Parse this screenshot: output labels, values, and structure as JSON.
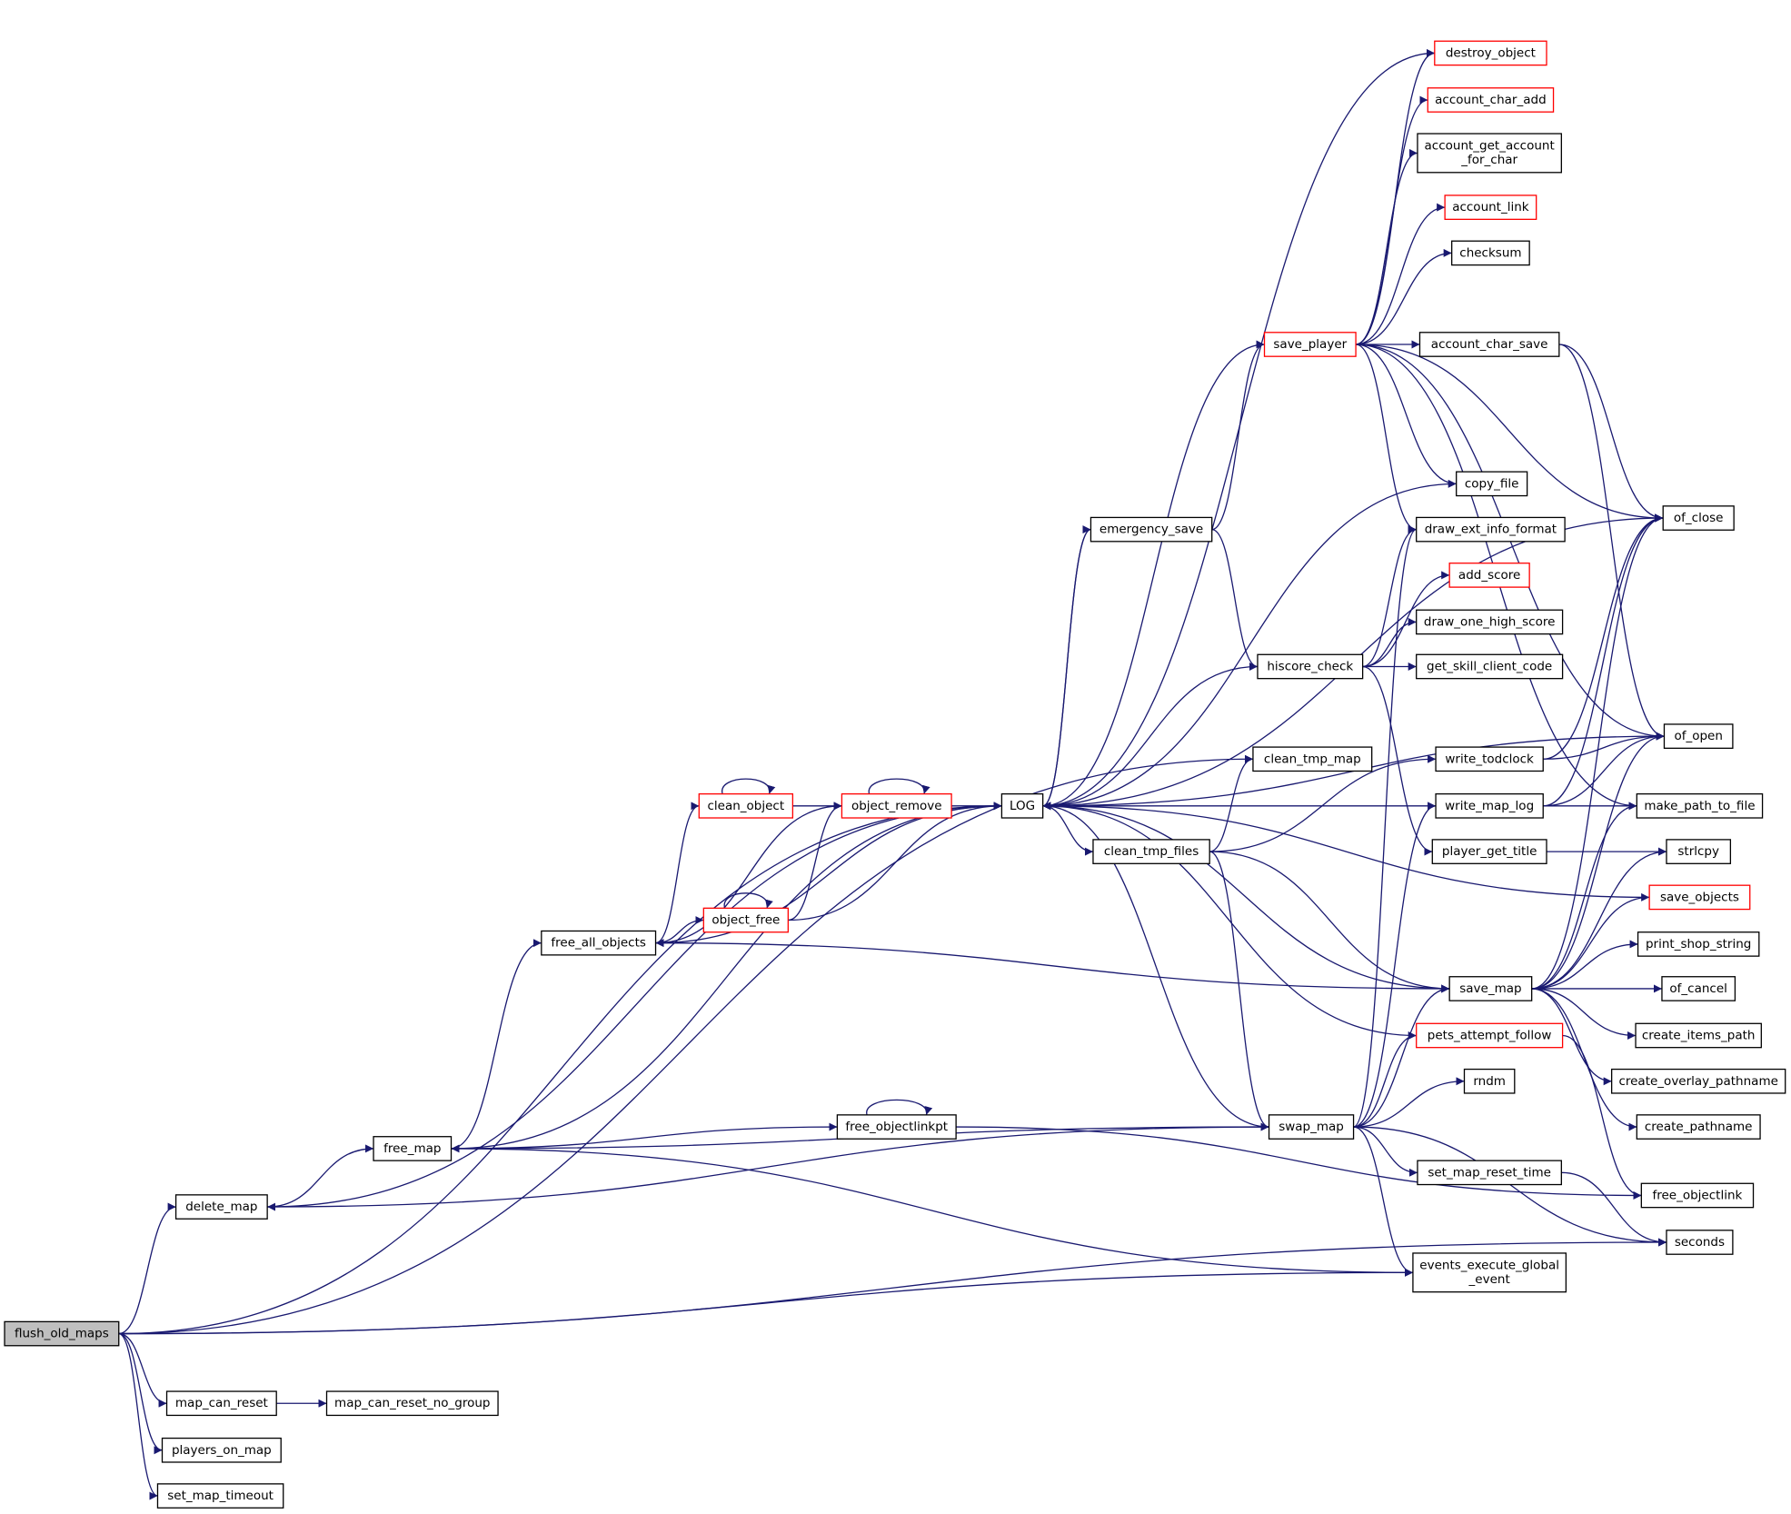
{
  "graph": {
    "nodes": [
      {
        "id": "flush_old_maps",
        "lines": [
          "flush_old_maps"
        ],
        "highlight": true
      },
      {
        "id": "delete_map",
        "lines": [
          "delete_map"
        ]
      },
      {
        "id": "map_can_reset",
        "lines": [
          "map_can_reset"
        ]
      },
      {
        "id": "map_can_reset_no_group",
        "lines": [
          "map_can_reset_no_group"
        ]
      },
      {
        "id": "players_on_map",
        "lines": [
          "players_on_map"
        ]
      },
      {
        "id": "set_map_timeout",
        "lines": [
          "set_map_timeout"
        ]
      },
      {
        "id": "free_map",
        "lines": [
          "free_map"
        ]
      },
      {
        "id": "free_all_objects",
        "lines": [
          "free_all_objects"
        ]
      },
      {
        "id": "clean_object",
        "lines": [
          "clean_object"
        ],
        "truncated": true
      },
      {
        "id": "object_remove",
        "lines": [
          "object_remove"
        ],
        "truncated": true
      },
      {
        "id": "object_free",
        "lines": [
          "object_free"
        ],
        "truncated": true
      },
      {
        "id": "free_objectlinkpt",
        "lines": [
          "free_objectlinkpt"
        ]
      },
      {
        "id": "LOG",
        "lines": [
          "LOG"
        ]
      },
      {
        "id": "clean_tmp_files",
        "lines": [
          "clean_tmp_files"
        ]
      },
      {
        "id": "emergency_save",
        "lines": [
          "emergency_save"
        ]
      },
      {
        "id": "clean_tmp_map",
        "lines": [
          "clean_tmp_map"
        ]
      },
      {
        "id": "hiscore_check",
        "lines": [
          "hiscore_check"
        ]
      },
      {
        "id": "save_player",
        "lines": [
          "save_player"
        ],
        "truncated": true
      },
      {
        "id": "swap_map",
        "lines": [
          "swap_map"
        ]
      },
      {
        "id": "destroy_object",
        "lines": [
          "destroy_object"
        ],
        "truncated": true
      },
      {
        "id": "account_char_add",
        "lines": [
          "account_char_add"
        ],
        "truncated": true
      },
      {
        "id": "account_get_account_for_char",
        "lines": [
          "account_get_account",
          "_for_char"
        ]
      },
      {
        "id": "account_link",
        "lines": [
          "account_link"
        ],
        "truncated": true
      },
      {
        "id": "checksum",
        "lines": [
          "checksum"
        ]
      },
      {
        "id": "account_char_save",
        "lines": [
          "account_char_save"
        ]
      },
      {
        "id": "copy_file",
        "lines": [
          "copy_file"
        ]
      },
      {
        "id": "draw_ext_info_format",
        "lines": [
          "draw_ext_info_format"
        ]
      },
      {
        "id": "add_score",
        "lines": [
          "add_score"
        ],
        "truncated": true
      },
      {
        "id": "draw_one_high_score",
        "lines": [
          "draw_one_high_score"
        ]
      },
      {
        "id": "get_skill_client_code",
        "lines": [
          "get_skill_client_code"
        ]
      },
      {
        "id": "write_todclock",
        "lines": [
          "write_todclock"
        ]
      },
      {
        "id": "write_map_log",
        "lines": [
          "write_map_log"
        ]
      },
      {
        "id": "player_get_title",
        "lines": [
          "player_get_title"
        ]
      },
      {
        "id": "save_map",
        "lines": [
          "save_map"
        ]
      },
      {
        "id": "pets_attempt_follow",
        "lines": [
          "pets_attempt_follow"
        ],
        "truncated": true
      },
      {
        "id": "rndm",
        "lines": [
          "rndm"
        ]
      },
      {
        "id": "set_map_reset_time",
        "lines": [
          "set_map_reset_time"
        ]
      },
      {
        "id": "events_execute_global_event",
        "lines": [
          "events_execute_global",
          "_event"
        ]
      },
      {
        "id": "of_close",
        "lines": [
          "of_close"
        ]
      },
      {
        "id": "of_open",
        "lines": [
          "of_open"
        ]
      },
      {
        "id": "make_path_to_file",
        "lines": [
          "make_path_to_file"
        ]
      },
      {
        "id": "strlcpy",
        "lines": [
          "strlcpy"
        ]
      },
      {
        "id": "save_objects",
        "lines": [
          "save_objects"
        ],
        "truncated": true
      },
      {
        "id": "print_shop_string",
        "lines": [
          "print_shop_string"
        ]
      },
      {
        "id": "of_cancel",
        "lines": [
          "of_cancel"
        ]
      },
      {
        "id": "create_items_path",
        "lines": [
          "create_items_path"
        ]
      },
      {
        "id": "create_overlay_pathname",
        "lines": [
          "create_overlay_pathname"
        ]
      },
      {
        "id": "create_pathname",
        "lines": [
          "create_pathname"
        ]
      },
      {
        "id": "free_objectlink",
        "lines": [
          "free_objectlink"
        ]
      },
      {
        "id": "seconds",
        "lines": [
          "seconds"
        ]
      }
    ],
    "edges": [
      [
        "flush_old_maps",
        "delete_map"
      ],
      [
        "flush_old_maps",
        "LOG"
      ],
      [
        "flush_old_maps",
        "clean_tmp_map"
      ],
      [
        "flush_old_maps",
        "events_execute_global_event"
      ],
      [
        "flush_old_maps",
        "seconds"
      ],
      [
        "flush_old_maps",
        "map_can_reset"
      ],
      [
        "flush_old_maps",
        "players_on_map"
      ],
      [
        "flush_old_maps",
        "set_map_timeout"
      ],
      [
        "delete_map",
        "free_map"
      ],
      [
        "delete_map",
        "LOG"
      ],
      [
        "map_can_reset",
        "map_can_reset_no_group"
      ],
      [
        "free_map",
        "free_all_objects"
      ],
      [
        "free_map",
        "LOG"
      ],
      [
        "free_map",
        "free_objectlinkpt"
      ],
      [
        "free_map",
        "events_execute_global_event"
      ],
      [
        "free_all_objects",
        "clean_object"
      ],
      [
        "free_all_objects",
        "object_remove"
      ],
      [
        "free_all_objects",
        "object_free"
      ],
      [
        "free_all_objects",
        "LOG"
      ],
      [
        "clean_object",
        "clean_object"
      ],
      [
        "clean_object",
        "object_remove"
      ],
      [
        "object_free",
        "object_free"
      ],
      [
        "object_free",
        "object_remove"
      ],
      [
        "object_free",
        "LOG"
      ],
      [
        "object_remove",
        "object_remove"
      ],
      [
        "object_remove",
        "LOG"
      ],
      [
        "free_objectlinkpt",
        "free_objectlinkpt"
      ],
      [
        "free_objectlinkpt",
        "free_objectlink"
      ],
      [
        "LOG",
        "clean_tmp_files"
      ],
      [
        "LOG",
        "emergency_save"
      ],
      [
        "LOG",
        "destroy_object"
      ],
      [
        "LOG",
        "of_close"
      ],
      [
        "clean_tmp_files",
        "clean_tmp_map"
      ],
      [
        "clean_tmp_files",
        "write_todclock"
      ],
      [
        "clean_tmp_files",
        "save_map"
      ],
      [
        "clean_tmp_files",
        "swap_map"
      ],
      [
        "emergency_save",
        "save_player"
      ],
      [
        "emergency_save",
        "hiscore_check"
      ],
      [
        "emergency_save",
        "LOG"
      ],
      [
        "save_player",
        "LOG"
      ],
      [
        "save_player",
        "destroy_object"
      ],
      [
        "save_player",
        "account_char_add"
      ],
      [
        "save_player",
        "account_get_account_for_char"
      ],
      [
        "save_player",
        "account_link"
      ],
      [
        "save_player",
        "checksum"
      ],
      [
        "save_player",
        "account_char_save"
      ],
      [
        "save_player",
        "of_close"
      ],
      [
        "save_player",
        "copy_file"
      ],
      [
        "save_player",
        "draw_ext_info_format"
      ],
      [
        "save_player",
        "of_open"
      ],
      [
        "save_player",
        "make_path_to_file"
      ],
      [
        "account_char_save",
        "of_close"
      ],
      [
        "account_char_save",
        "of_open"
      ],
      [
        "copy_file",
        "LOG"
      ],
      [
        "hiscore_check",
        "LOG"
      ],
      [
        "hiscore_check",
        "draw_ext_info_format"
      ],
      [
        "hiscore_check",
        "add_score"
      ],
      [
        "hiscore_check",
        "draw_one_high_score"
      ],
      [
        "hiscore_check",
        "get_skill_client_code"
      ],
      [
        "hiscore_check",
        "player_get_title"
      ],
      [
        "write_todclock",
        "of_close"
      ],
      [
        "write_todclock",
        "of_open"
      ],
      [
        "write_map_log",
        "of_close"
      ],
      [
        "write_map_log",
        "of_open"
      ],
      [
        "player_get_title",
        "strlcpy"
      ],
      [
        "of_open",
        "LOG"
      ],
      [
        "make_path_to_file",
        "LOG"
      ],
      [
        "save_objects",
        "LOG"
      ],
      [
        "save_map",
        "LOG"
      ],
      [
        "save_map",
        "free_all_objects"
      ],
      [
        "save_map",
        "of_close"
      ],
      [
        "save_map",
        "of_open"
      ],
      [
        "save_map",
        "make_path_to_file"
      ],
      [
        "save_map",
        "strlcpy"
      ],
      [
        "save_map",
        "save_objects"
      ],
      [
        "save_map",
        "print_shop_string"
      ],
      [
        "save_map",
        "of_cancel"
      ],
      [
        "save_map",
        "create_items_path"
      ],
      [
        "save_map",
        "create_overlay_pathname"
      ],
      [
        "save_map",
        "create_pathname"
      ],
      [
        "pets_attempt_follow",
        "LOG"
      ],
      [
        "pets_attempt_follow",
        "free_objectlink"
      ],
      [
        "swap_map",
        "LOG"
      ],
      [
        "swap_map",
        "free_map"
      ],
      [
        "swap_map",
        "delete_map"
      ],
      [
        "swap_map",
        "draw_ext_info_format"
      ],
      [
        "swap_map",
        "write_map_log"
      ],
      [
        "swap_map",
        "save_map"
      ],
      [
        "swap_map",
        "pets_attempt_follow"
      ],
      [
        "swap_map",
        "rndm"
      ],
      [
        "swap_map",
        "set_map_reset_time"
      ],
      [
        "swap_map",
        "events_execute_global_event"
      ],
      [
        "swap_map",
        "seconds"
      ],
      [
        "set_map_reset_time",
        "seconds"
      ]
    ]
  }
}
